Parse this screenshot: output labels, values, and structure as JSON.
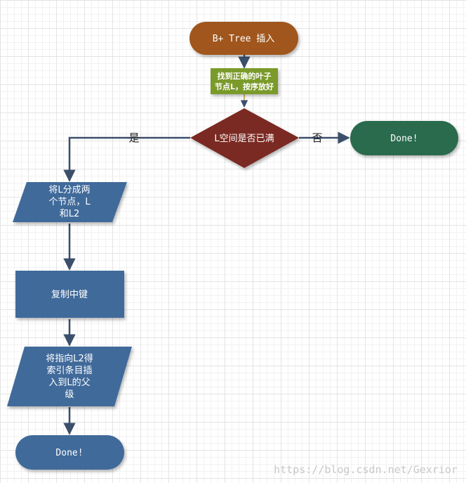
{
  "colors": {
    "start": "#a0561e",
    "step": "#7a9a2a",
    "decision": "#7a2a22",
    "done_right": "#2a6b4e",
    "process": "#3f6b9a",
    "edge": "#3b4f6b",
    "watermark": "#c9c9c9"
  },
  "nodes": {
    "start": {
      "text": "B+ Tree 插入"
    },
    "find_leaf": {
      "lines": [
        "找到正确的叶子",
        "节点L，按序放好"
      ]
    },
    "decision": {
      "text": "L空间是否已满"
    },
    "done_right": {
      "text": "Done!"
    },
    "split": {
      "lines": [
        "将L分成两",
        "个节点，L",
        "和L2"
      ]
    },
    "copy_key": {
      "text": "复制中键"
    },
    "insert_parent": {
      "lines": [
        "将指向L2得",
        "索引条目插",
        "入到L的父",
        "级"
      ]
    },
    "done_bottom": {
      "text": "Done!"
    }
  },
  "edges": {
    "yes_label": "是",
    "no_label": "否"
  },
  "watermark": "https://blog.csdn.net/Gexrior"
}
